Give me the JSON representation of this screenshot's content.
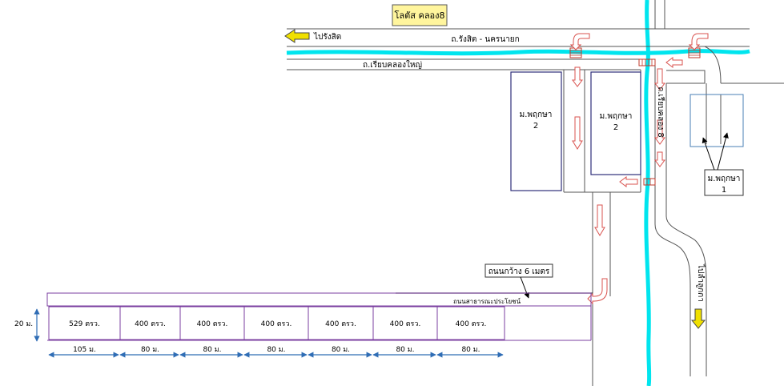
{
  "landmark": {
    "name": "โลตัส คลอง8",
    "fill": "#fff59d"
  },
  "roads": {
    "main_road": "ถ.รังสิต - นครนายก",
    "canal_road": "ถ.เรียบคลองใหญ่",
    "khlong8_road": "ถ.เรียบคลอง 8",
    "public_road": "ถนนสาธารณะประโยชน์"
  },
  "directions": {
    "to_rangsit": "ไปรังสิต",
    "to_lam_luk_ka": "ไปลำลูกกา"
  },
  "villages": {
    "phruksa2_left_line1": "ม.พฤกษา",
    "phruksa2_left_line2": "2",
    "phruksa2_right_line1": "ม.พฤกษา",
    "phruksa2_right_line2": "2",
    "phruksa1_line1": "ม.พฤกษา",
    "phruksa1_line2": "1"
  },
  "callout": {
    "road_width": "ถนนกว้าง 6 เมตร"
  },
  "plots": {
    "depth": "20 ม.",
    "areas": [
      "529 ตรว.",
      "400 ตรว.",
      "400 ตรว.",
      "400 ตรว.",
      "400 ตรว.",
      "400 ตรว.",
      "400 ตรว."
    ],
    "widths": [
      "105 ม.",
      "80 ม.",
      "80 ม.",
      "80 ม.",
      "80 ม.",
      "80 ม.",
      "80 ม."
    ]
  },
  "colors": {
    "canal": "#00e5ee",
    "road_line": "#555555",
    "village_border": "#2e2e7a",
    "plot_border": "#7b3fa0",
    "arrow_fill": "#ffffff",
    "arrow_stroke": "#d9534f",
    "direction_arrow": "#f0e000",
    "dimension": "#2f6db5",
    "bridge": "#c0392b"
  }
}
